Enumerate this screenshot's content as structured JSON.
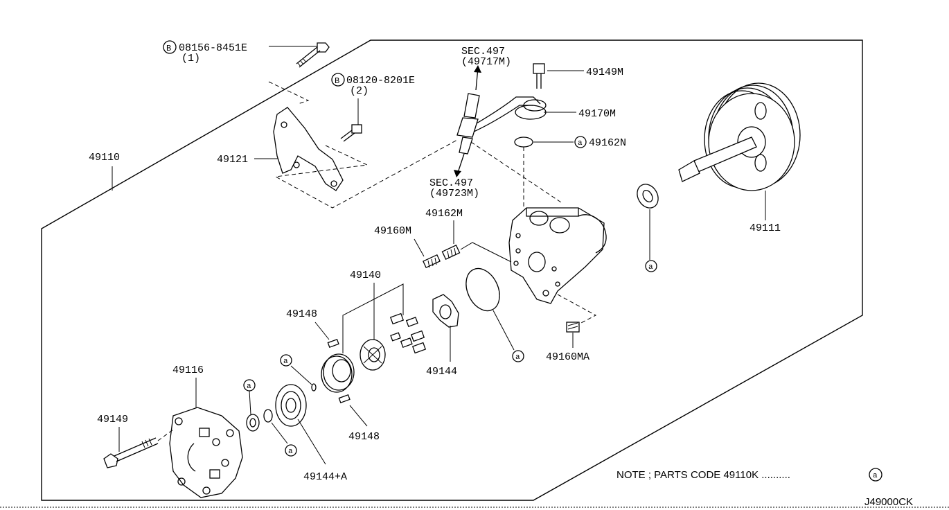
{
  "diagram": {
    "code": "J49000CK",
    "note": "NOTE ; PARTS CODE 49110K ..........",
    "note_symbol": "a",
    "bolt_symbol": "B",
    "labels": {
      "p49110": "49110",
      "p49121": "49121",
      "bolt1": "08156-8451E",
      "bolt1_qty": "(1)",
      "bolt2": "08120-8201E",
      "bolt2_qty": "(2)",
      "sec_top": "SEC.497",
      "sec_top_ref": "(49717M)",
      "sec_bot": "SEC.497",
      "sec_bot_ref": "(49723M)",
      "p49149M": "49149M",
      "p49170M": "49170M",
      "p49162N": "49162N",
      "p49111": "49111",
      "p49162M": "49162M",
      "p49160M": "49160M",
      "p49140": "49140",
      "p49148a": "49148",
      "p49148b": "49148",
      "p49144": "49144",
      "p49160MA": "49160MA",
      "p49116": "49116",
      "p49149": "49149",
      "p49144A": "49144+A",
      "a1": "a",
      "a2": "a",
      "a3": "a",
      "a4": "a",
      "a5": "a",
      "a6": "a"
    }
  }
}
